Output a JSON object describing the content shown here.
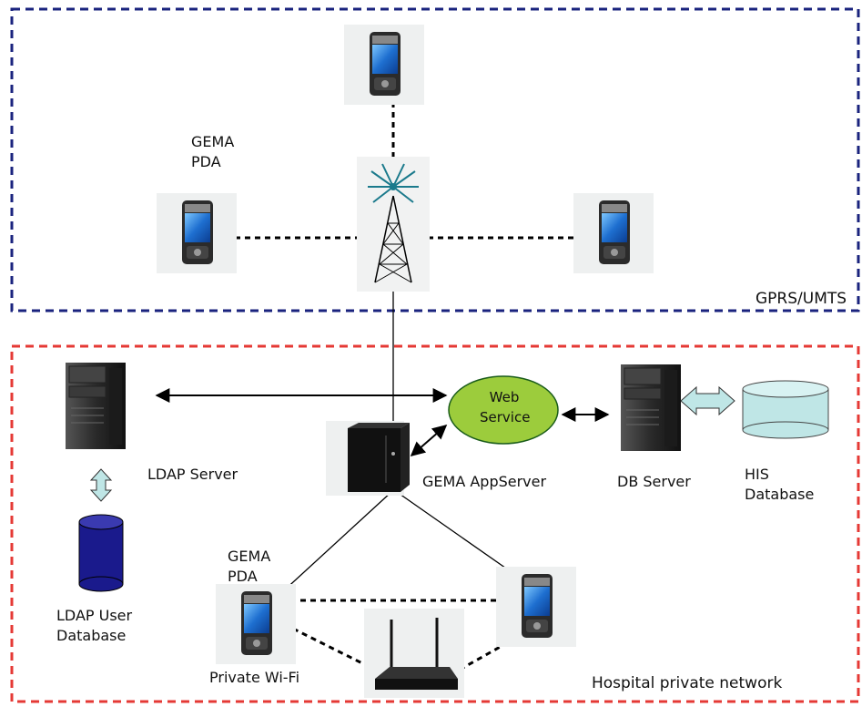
{
  "zones": {
    "mobile": {
      "label": "GPRS/UMTS",
      "color": "#1a237e"
    },
    "hospital": {
      "label": "Hospital private network",
      "color": "#e53935"
    }
  },
  "labels": {
    "gema_pda_top": [
      "GEMA",
      "PDA"
    ],
    "gema_pda_bottom": [
      "GEMA",
      "PDA"
    ],
    "ldap_server": "LDAP Server",
    "ldap_user_db": [
      "LDAP User",
      "Database"
    ],
    "app_server": "GEMA AppServer",
    "db_server": "DB Server",
    "his_db": [
      "HIS",
      "Database"
    ],
    "private_wifi": "Private Wi-Fi",
    "web_service": [
      "Web",
      "Service"
    ]
  },
  "icons": {
    "pda": "pda-icon",
    "tower": "antenna-tower-icon",
    "server": "server-icon",
    "database": "database-icon",
    "router": "wifi-router-icon"
  },
  "colors": {
    "web_service_fill": "#9ccc3c",
    "ldap_db_fill": "#1a1a8c",
    "his_db_fill": "#bfe6e6",
    "arrow_fill": "#bfe6e6"
  }
}
